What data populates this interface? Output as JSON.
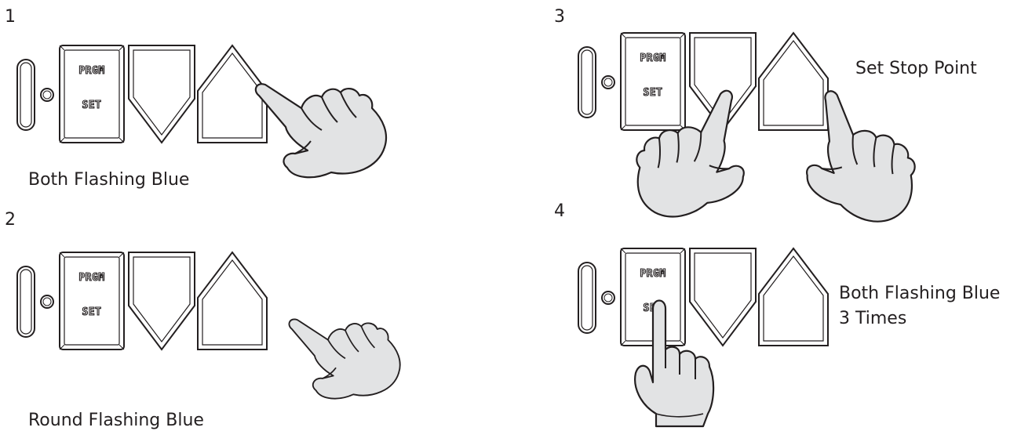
{
  "steps": [
    {
      "number": "1",
      "captions": [
        "Both Flashing Blue"
      ]
    },
    {
      "number": "2",
      "captions": [
        "Round Flashing Blue"
      ]
    },
    {
      "number": "3",
      "captions": [
        "Set Stop Point"
      ]
    },
    {
      "number": "4",
      "captions": [
        "Both Flashing Blue",
        "3 Times"
      ]
    }
  ],
  "keypad": {
    "program_key_line1": "PRGM",
    "program_key_line2": "SET"
  },
  "colors": {
    "outline": "#231f20",
    "hand_fill": "#e2e3e4",
    "background": "#ffffff"
  }
}
